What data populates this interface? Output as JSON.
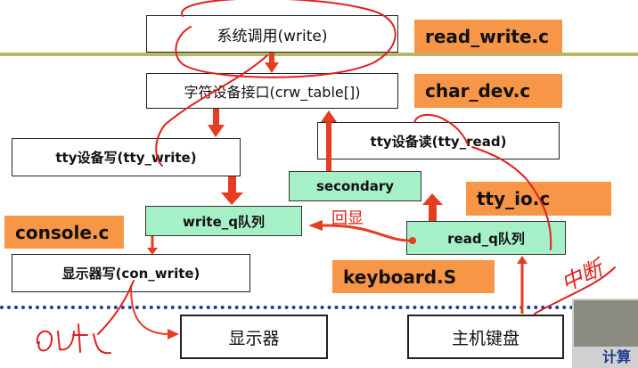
{
  "boxes": {
    "sys_write": "系统调用(write)",
    "crw_table": "字符设备接口(crw_table[])",
    "tty_read": "tty设备读(tty_read)",
    "tty_write": "tty设备写(tty_write)",
    "secondary": "secondary",
    "write_q": "write_q队列",
    "read_q": "read_q队列",
    "con_write": "显示器写(con_write)",
    "display": "显示器",
    "keyboard_host": "主机键盘"
  },
  "files": {
    "read_write": "read_write.c",
    "char_dev": "char_dev.c",
    "tty_io": "tty_io.c",
    "console": "console.c",
    "keyboard": "keyboard.S"
  },
  "annotations": {
    "echo": "回显",
    "interrupt": "中断",
    "out": "out"
  },
  "corner": {
    "text": "计算"
  },
  "colors": {
    "orange_tag": "#f79646",
    "green_box": "#a6f0c8",
    "arrow_red": "#e53d1f",
    "ink_red": "#e02020",
    "divider_blue": "#1f3a9a",
    "rule_olive": "#b8b864"
  }
}
